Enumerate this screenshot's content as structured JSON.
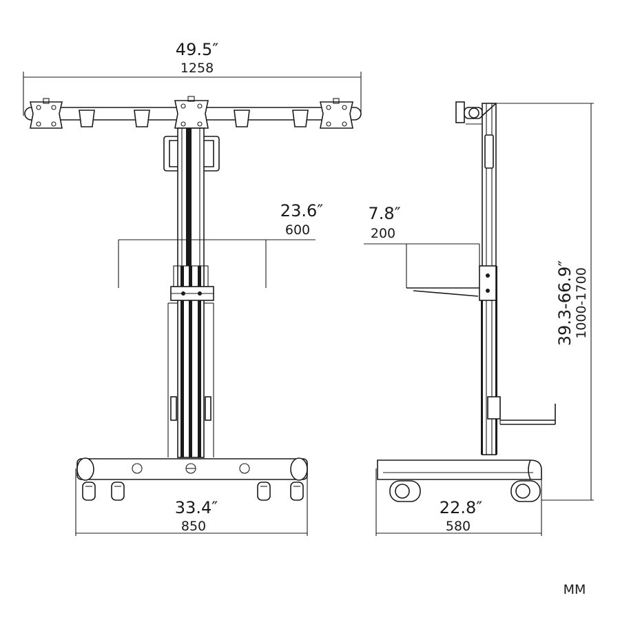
{
  "front_view": {
    "overall_width": {
      "inch": "49.5″",
      "mm": "1258"
    },
    "shelf_width": {
      "inch": "23.6″",
      "mm": "600"
    },
    "base_width": {
      "inch": "33.4″",
      "mm": "850"
    }
  },
  "side_view": {
    "shelf_depth": {
      "inch": "7.8″",
      "mm": "200"
    },
    "base_depth": {
      "inch": "22.8″",
      "mm": "580"
    },
    "height": {
      "inch": "39.3-66.9″",
      "mm": "1000-1700"
    }
  },
  "unit_label": "MM"
}
